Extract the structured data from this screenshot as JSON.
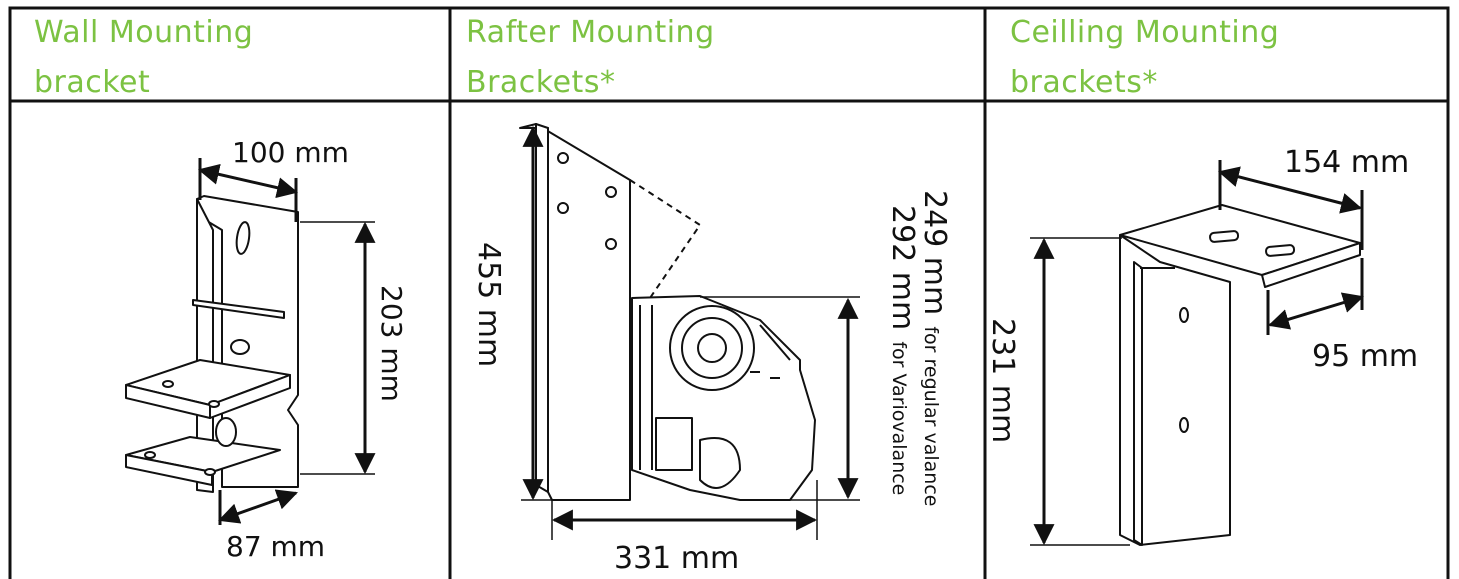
{
  "columns": [
    {
      "title_line1": "Wall Mounting",
      "title_line2": "bracket"
    },
    {
      "title_line1": "Rafter Mounting",
      "title_line2": "Brackets*"
    },
    {
      "title_line1": "Ceilling Mounting",
      "title_line2": "brackets*"
    }
  ],
  "wall": {
    "width": "100 mm",
    "height": "203 mm",
    "depth": "87 mm"
  },
  "rafter": {
    "height": "455 mm",
    "width": "331 mm",
    "regular_value": "249 mm",
    "regular_note": "for regular valance",
    "vario_value": "292 mm",
    "vario_note": "for Variovalance"
  },
  "ceiling": {
    "width": "154 mm",
    "depth": "95 mm",
    "height": "231 mm"
  },
  "colors": {
    "header_text": "#7cc242",
    "lines": "#111111"
  }
}
